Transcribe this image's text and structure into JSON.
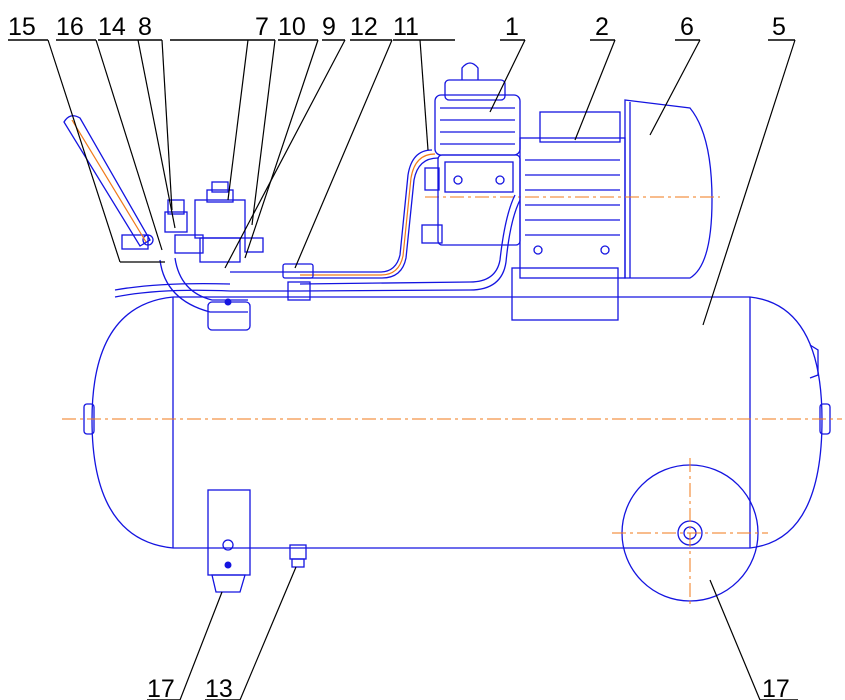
{
  "callouts_top": [
    "15",
    "16",
    "14",
    "8",
    "7",
    "10",
    "9",
    "12",
    "11",
    "1",
    "2",
    "6",
    "5"
  ],
  "callouts_bottom": [
    "17",
    "13",
    "17"
  ],
  "colors": {
    "outline": "#1414e0",
    "axis": "#f07a1a",
    "leader": "#000000"
  }
}
